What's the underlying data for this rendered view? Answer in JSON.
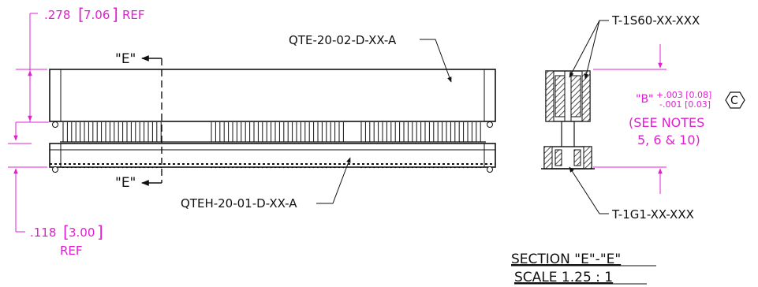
{
  "colors": {
    "dimension": "#e020d0",
    "outline": "#111111",
    "hatch": "#333333",
    "background": "#ffffff"
  },
  "dimensions": {
    "top_offset_in": ".278",
    "top_offset_mm": "7.06",
    "top_offset_ref": "REF",
    "bottom_height_in": ".118",
    "bottom_height_mm": "3.00",
    "bottom_height_ref": "REF",
    "gap_b_label": "\"B\"",
    "gap_b_tol_plus": "+.003 [0.08]",
    "gap_b_tol_minus": "-.001 [0.03]",
    "gap_b_symbol": "C",
    "notes_line1": "(SEE NOTES",
    "notes_line2": "5, 6 & 10)"
  },
  "part_labels": {
    "upper_part": "QTE-20-02-D-XX-A",
    "lower_part": "QTEH-20-01-D-XX-A",
    "section_top": "T-1S60-XX-XXX",
    "section_bottom": "T-1G1-XX-XXX"
  },
  "section_markers": {
    "top": "\"E\"",
    "bottom": "\"E\""
  },
  "section_title": {
    "line1": "SECTION \"E\"-\"E\"",
    "line2": "SCALE 1.25 : 1"
  }
}
